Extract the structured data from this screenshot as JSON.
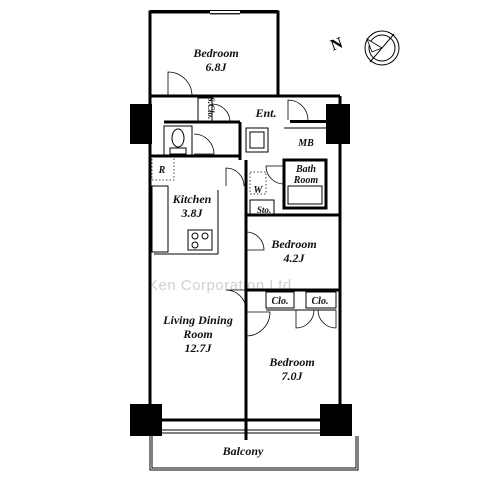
{
  "rooms": {
    "bedroom_top": {
      "name": "Bedroom",
      "size": "6.8J"
    },
    "entrance": "Ent.",
    "shoe_closet": "S.Clo.",
    "meter_box": "MB",
    "bath": {
      "line1": "Bath",
      "line2": "Room"
    },
    "washer": "W",
    "fridge": "R",
    "kitchen": {
      "name": "Kitchen",
      "size": "3.8J"
    },
    "storage": "Sto.",
    "bedroom_mid": {
      "name": "Bedroom",
      "size": "4.2J"
    },
    "closet_a": "Clo.",
    "closet_b": "Clo.",
    "living": {
      "line1": "Living Dining",
      "line2": "Room",
      "size": "12.7J"
    },
    "bedroom_bottom": {
      "name": "Bedroom",
      "size": "7.0J"
    },
    "balcony": "Balcony"
  },
  "compass": {
    "north": "N"
  },
  "watermark": "Ken Corporation Ltd."
}
